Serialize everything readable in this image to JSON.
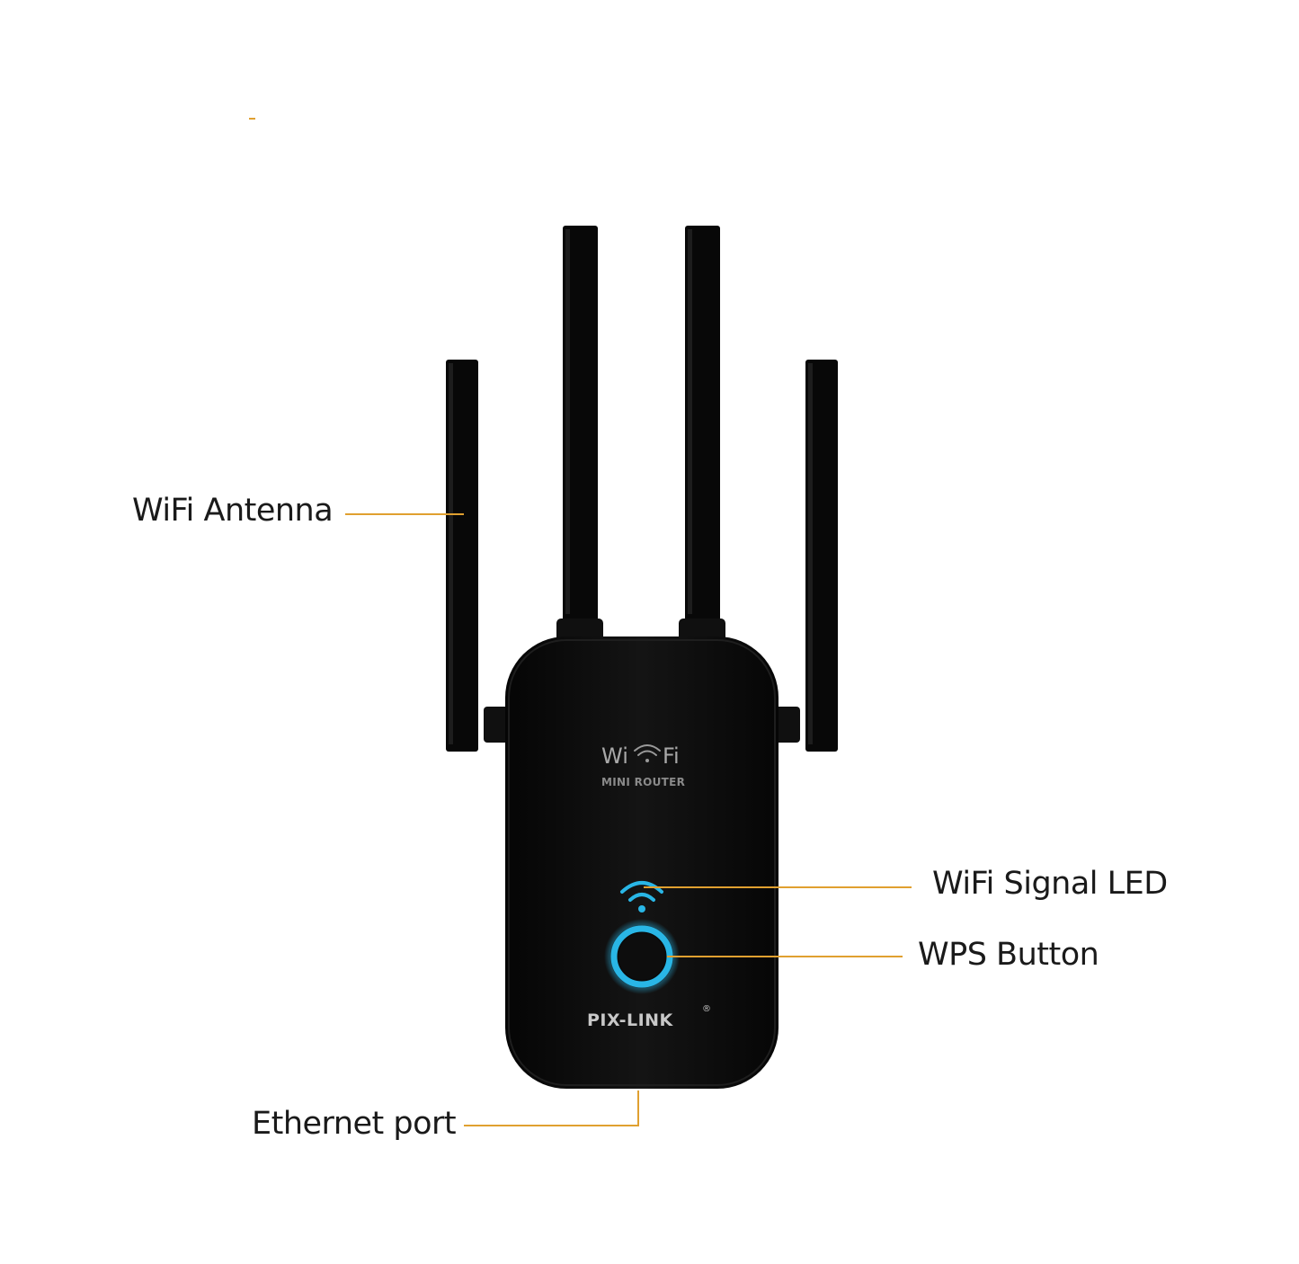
{
  "labels": {
    "wifi_antenna": "WiFi Antenna",
    "wifi_signal_led": "WiFi Signal LED",
    "wps_button": "WPS Button",
    "ethernet_port": "Ethernet port"
  },
  "device": {
    "wifi_logo_left": "Wi",
    "wifi_logo_right": "Fi",
    "model_text": "MINI ROUTER",
    "brand": "PIX-LINK",
    "registered_mark": "®"
  },
  "colors": {
    "leader_line": "#e0a030",
    "body": "#0b0b0b",
    "led_cyan": "#29b6e6",
    "label_text": "#1a1a1a"
  }
}
